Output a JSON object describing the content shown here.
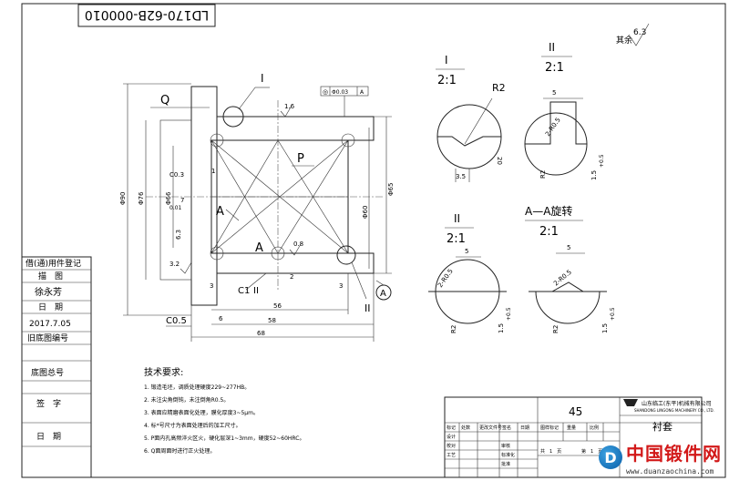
{
  "drawing": {
    "drawing_number": "LD170-62B-000010",
    "surface_rest": "其余",
    "surface_rest_value": "6.3",
    "tolerance_frame_symbol": "◎",
    "tolerance_frame_value": "Φ0.03",
    "tolerance_frame_datum": "A"
  },
  "labels": {
    "detail_one_marker": "I",
    "detail_two_marker": "II",
    "detail_two_leader": "II",
    "label_q": "Q",
    "label_p": "P",
    "label_a": "A",
    "label_a2": "A",
    "datum_a": "A",
    "chamfer_c1": "C1",
    "chamfer_c05": "C0.5",
    "chamfer_c03": "C0.3"
  },
  "dimensions": {
    "d_outer": "Φ90",
    "d_inner": "Φ76",
    "d_bore": "Φ66",
    "d_right_1": "Φ60",
    "d_right_2": "Φ65",
    "len_56": "56",
    "len_58": "58",
    "len_68": "68",
    "dim_3_left": "3",
    "dim_3_right": "3",
    "dim_2_bottom": "2",
    "dim_6": "6",
    "dim_7": "7",
    "dim_1": "1",
    "dim_001": "0.01",
    "rough_16": "1.6",
    "rough_08": "0.8",
    "rough_63": "6.3",
    "rough_32": "3.2"
  },
  "details": {
    "d1_mark": "I",
    "d1_scale": "2:1",
    "d1_r2": "R2",
    "d1_35": "3.5",
    "d1_20": "20",
    "d2_mark": "II",
    "d2_scale": "2:1",
    "d2_5": "5",
    "d2_r05": "2-R0.5",
    "d2_r2": "R2",
    "d2_15": "1.5",
    "d2_tol": "+0.5",
    "d3_mark": "II",
    "d3_scale": "2:1",
    "d3_5": "5",
    "d3_r05": "2-R0.5",
    "d3_r2": "R2",
    "d3_15": "1.5",
    "d3_tol": "+0.5",
    "d4_title": "A—A旋转",
    "d4_scale": "2:1",
    "d4_5": "5",
    "d4_r05": "2-R0.5",
    "d4_r2": "R2",
    "d4_15": "1.5",
    "d4_tol": "+0.5"
  },
  "left_panel": {
    "reg": "借(通)用件登记",
    "draw": "描　图",
    "drawer": "徐永芳",
    "date_label": "日　期",
    "date_value": "2017.7.05",
    "old_no": "旧底图编号",
    "base_no": "底图总号",
    "sign": "签　字",
    "date2": "日　期"
  },
  "notes": {
    "title": "技术要求:",
    "items": [
      "1. 锻造毛坯，调质处理硬度229~277HB。",
      "2. 未注尖角倒钝，未注倒角R0.5。",
      "3. 表面应精磨表面化处理，膜化厚度3~5μm。",
      "4. 标*号尺寸为表面处理后的加工尺寸。",
      "5. P面内孔高频淬火区火，硬化层深1~3mm，硬度52~60HRC。",
      "6. Q面周面时进行正火处理。"
    ]
  },
  "title_block": {
    "material": "45",
    "company": "山东临工(东平)机械有限公司",
    "company_en": "SHANDONG LINGONG MACHINERY CO., LTD.",
    "part_name": "衬套",
    "h_mark": "标记",
    "h_count": "处数",
    "h_zone": "更改文件号",
    "h_sign": "签名",
    "h_date": "日期",
    "r_design": "设计",
    "r_check": "校对",
    "r_review": "审核",
    "r_process": "工艺",
    "r_std": "标准化",
    "r_approve": "批准",
    "stage": "图样标记",
    "weight": "重量",
    "scale": "比例",
    "sheets": "共　1　页",
    "sheet_no": "第　1　页"
  },
  "watermark": {
    "logo": "D",
    "title": "中国锻件网",
    "url": "www.duanzaochina.com"
  }
}
